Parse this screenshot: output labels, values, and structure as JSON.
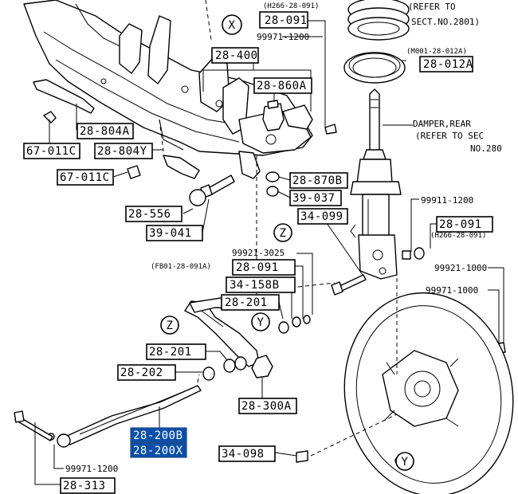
{
  "diagram": {
    "labels": {
      "l_28_091_top": "28-091",
      "l_h266_top": "(H266-28-091)",
      "l_refer_2801_a": "(REFER TO",
      "l_refer_2801_b": "SECT.NO.2801)",
      "l_99971_top": "99971-1200",
      "l_28_400": "28-400",
      "l_m001": "(M001-28-012A)",
      "l_28_012a": "28-012A",
      "l_28_860a": "28-860A",
      "l_damper_a": "DAMPER,REAR",
      "l_damper_b": "(REFER TO SEC",
      "l_damper_c": "NO.280",
      "l_28_804a": "28-804A",
      "l_67_011c_a": "67-011C",
      "l_28_804y": "28-804Y",
      "l_67_011c_b": "67-011C",
      "l_28_870b": "28-870B",
      "l_39_037": "39-037",
      "l_99911": "99911-1200",
      "l_34_099": "34-099",
      "l_28_556": "28-556",
      "l_28_091_right": "28-091",
      "l_h266_right": "(H266-28-091)",
      "l_39_041": "39-041",
      "l_99921_3025": "99921-3025",
      "l_fb01": "(FB01-28-091A)",
      "l_28_091_mid": "28-091",
      "l_99921_1000": "99921-1000",
      "l_34_158b": "34-158B",
      "l_99971_mid": "99971-1000",
      "l_28_201_top": "28-201",
      "l_28_201_bot": "28-201",
      "l_28_202": "28-202",
      "l_28_300a": "28-300A",
      "l_28_200b": "28-200B",
      "l_28_200x": "28-200X",
      "l_34_098": "34-098",
      "l_99971_bot": "99971-1200",
      "l_28_313": "28-313"
    },
    "markers": {
      "x": "X",
      "z_top": "Z",
      "z_left": "Z",
      "y_mid": "Y",
      "y_bot": "Y"
    },
    "highlight_color": "#0b4fa8"
  }
}
